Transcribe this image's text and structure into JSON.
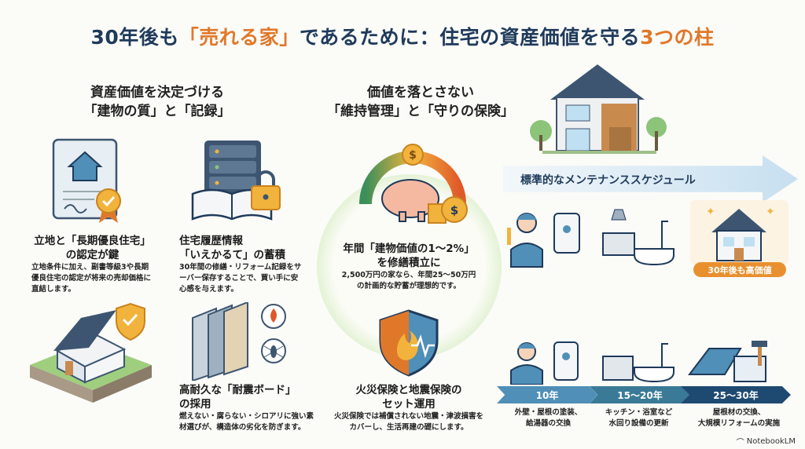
{
  "title": {
    "pre": "30年後も",
    "highlight1": "「売れる家」",
    "mid": "であるために：住宅の資産価値を守る",
    "highlight2": "3つの柱"
  },
  "left_section": {
    "heading_line1": "資産価値を決定づける",
    "heading_line2": "「建物の質」と「記録」",
    "items": [
      {
        "title_line1": "立地と「長期優良住宅」",
        "title_line2": "の認定が鍵",
        "body": "立地条件に加え、副書等級3や長期優良住宅の認定が将来の売却価格に直結します。",
        "icon": "certificate-icon"
      },
      {
        "title_line1": "住宅履歴情報",
        "title_line2": "「いえかるて」の蓄積",
        "body": "30年間の修繕・リフォーム記録をサーバー保存することで、買い手に安心感を与えます。",
        "icon": "server-record-icon"
      },
      {
        "title_line1": "高耐久な「耐震ボード」",
        "title_line2": "の採用",
        "body": "燃えない・腐らない・シロアリに強い素材選びが、構造体の劣化を防ぎます。",
        "icon": "board-icon"
      }
    ]
  },
  "middle_section": {
    "heading_line1": "価値を落とさない",
    "heading_line2": "「維持管理」と「守りの保険」",
    "items": [
      {
        "title_line1": "年間「建物価値の1〜2%」",
        "title_line2": "を修繕積立に",
        "body": "2,500万円の家なら、年間25〜50万円の計画的な貯蓄が理想的です。",
        "icon": "piggy-bank-icon"
      },
      {
        "title_line1": "火災保険と地震保険の",
        "title_line2": "セット運用",
        "body": "火災保険では補償されない地震・津波損害をカバーし、生活再建の礎にします。",
        "icon": "shield-icon"
      }
    ]
  },
  "schedule": {
    "heading": "標準的なメンテナンススケジュール",
    "badge": "30年後も高価値",
    "steps": [
      {
        "label": "10年",
        "line1": "外壁・屋根の塗装、",
        "line2": "給湯器の交換",
        "color": "#4f8fb8"
      },
      {
        "label": "15〜20年",
        "line1": "キッチン・浴室など",
        "line2": "水回り設備の更新",
        "color": "#3a7a96"
      },
      {
        "label": "25〜30年",
        "line1": "屋根材の交換、",
        "line2": "大規模リフォームの実施",
        "color": "#1e4a72"
      }
    ]
  },
  "footer": {
    "brand": "NotebookLM"
  },
  "colors": {
    "navy": "#1f3a5a",
    "orange": "#e0782a",
    "green": "#8cc47a"
  }
}
